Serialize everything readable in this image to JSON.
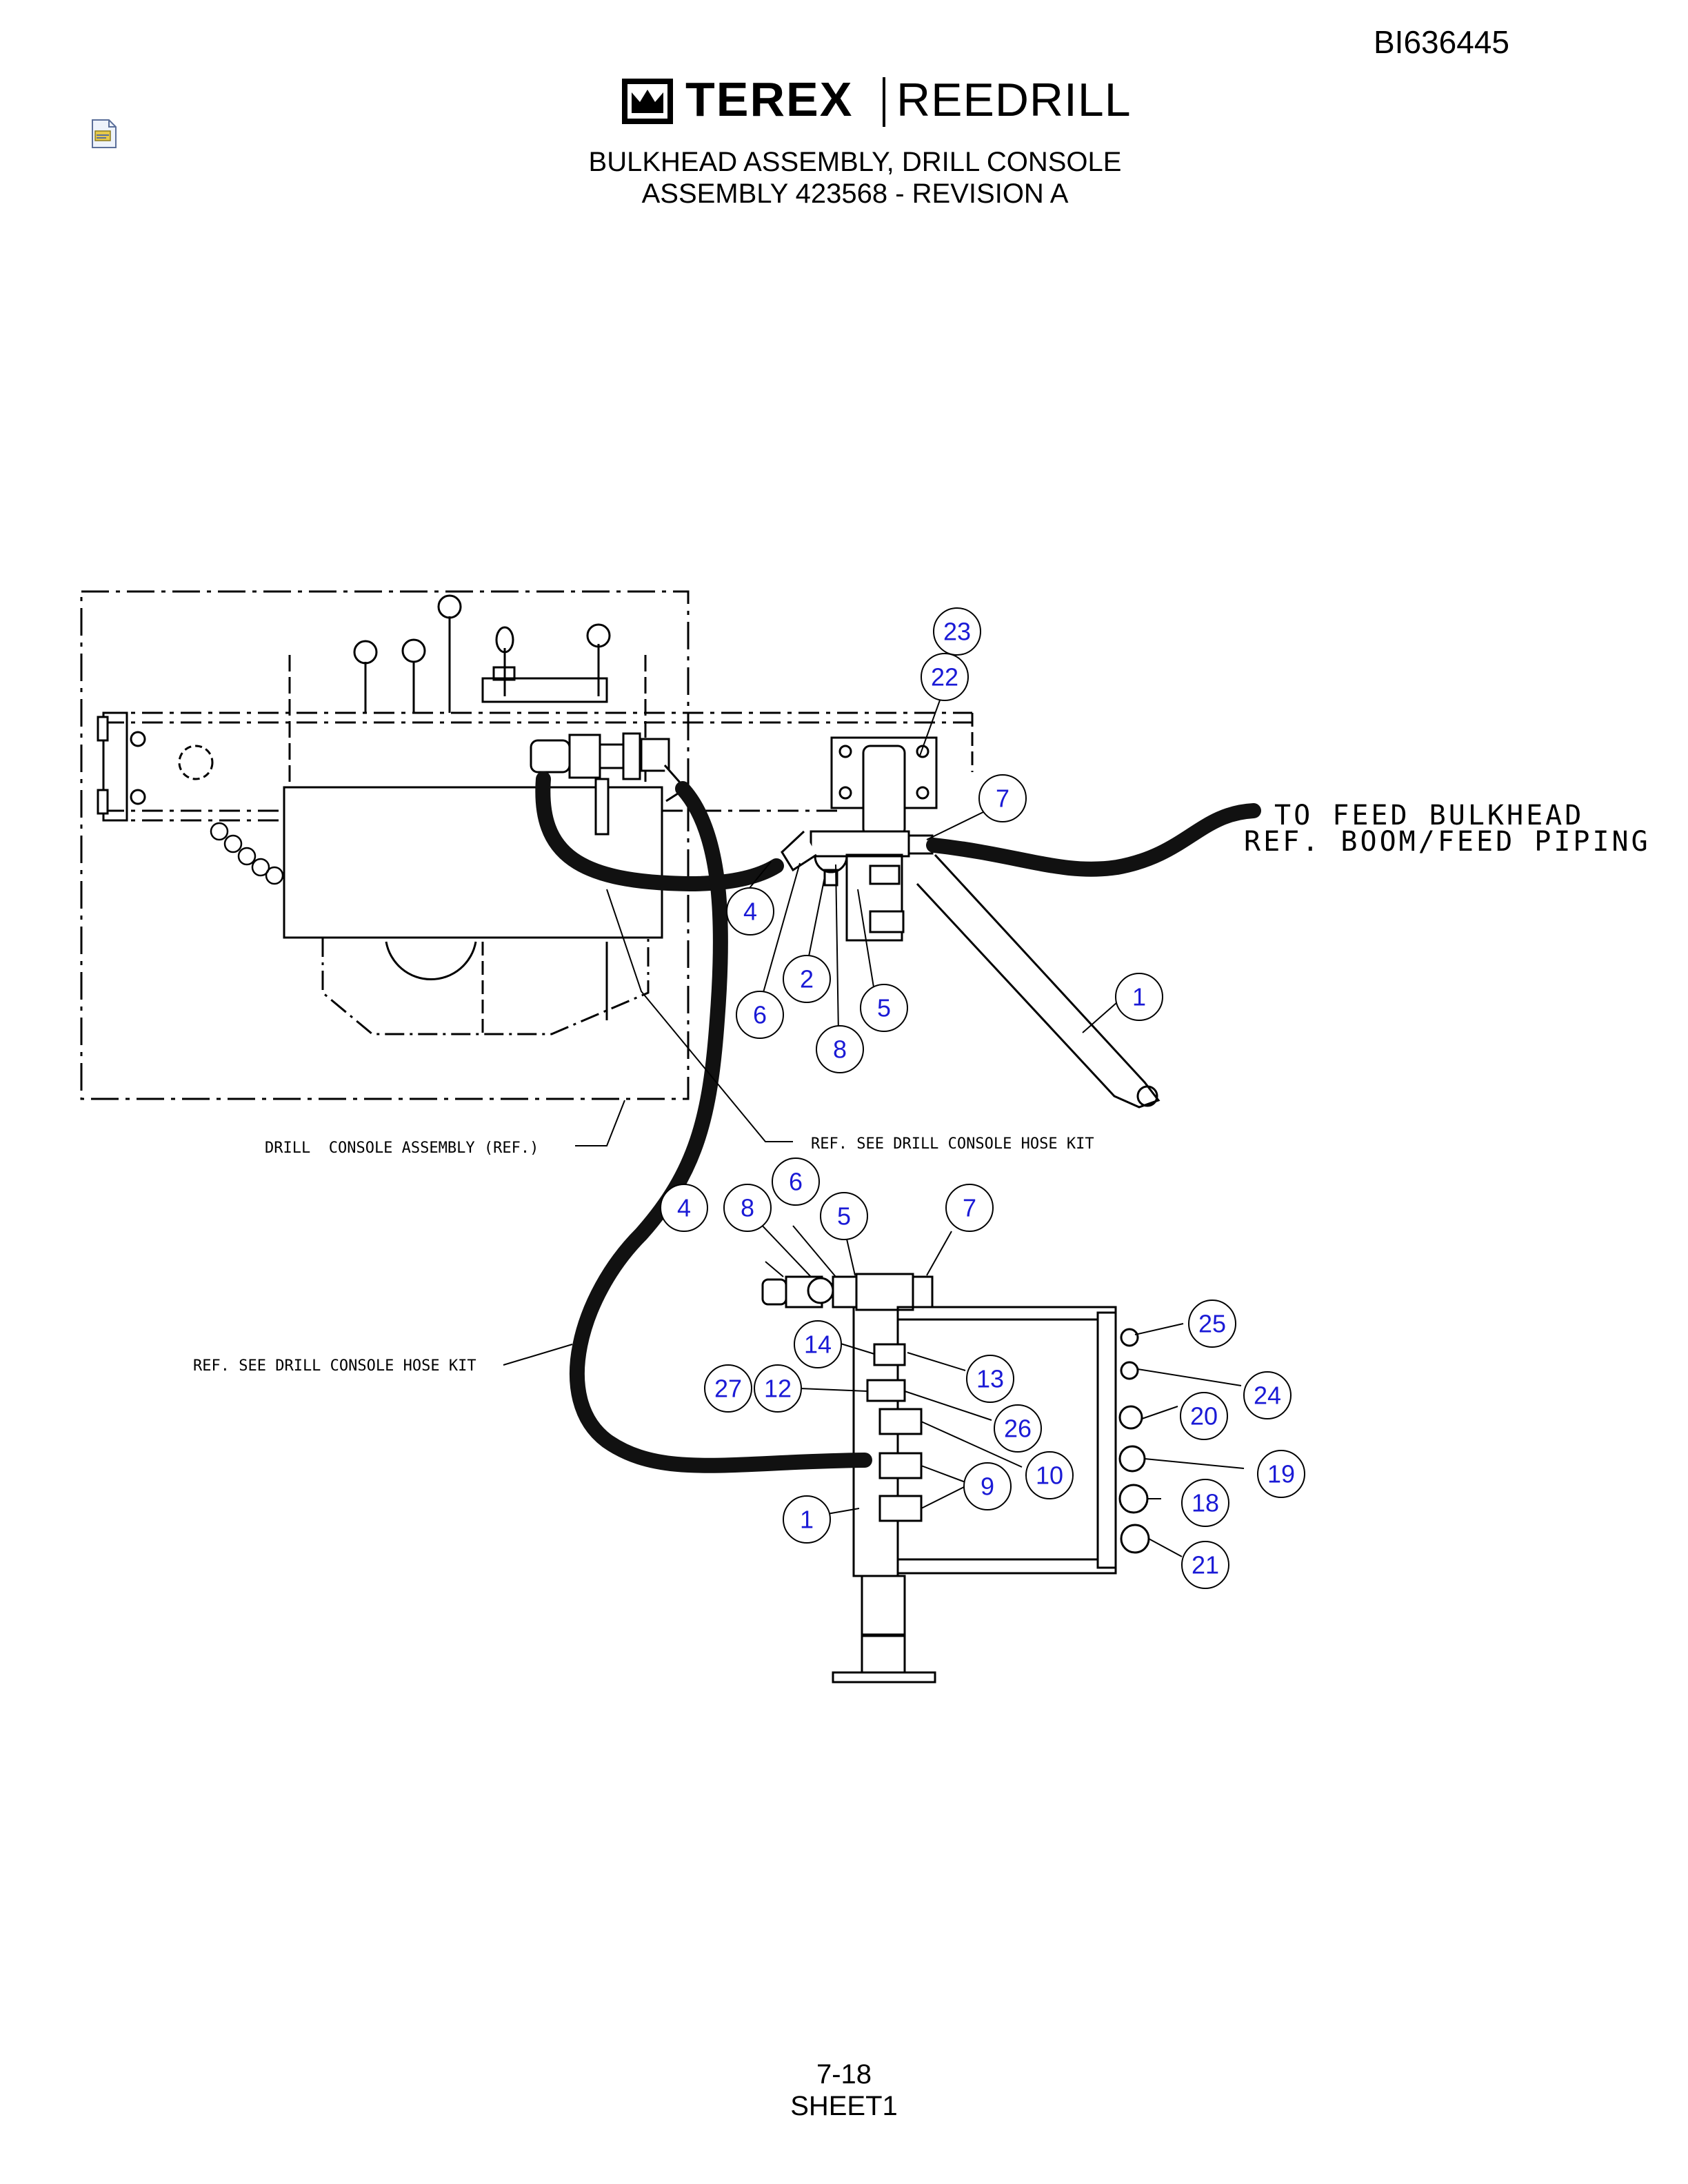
{
  "document_id": "BI636445",
  "logo": {
    "brand": "TEREX",
    "product": "REEDRILL"
  },
  "title": {
    "line1": "BULKHEAD ASSEMBLY, DRILL CONSOLE",
    "line2": "ASSEMBLY 423568 - REVISION A"
  },
  "annotations": {
    "to_feed_bulkhead": "TO FEED BULKHEAD",
    "ref_boom_feed_piping": "REF. BOOM/FEED PIPING",
    "drill_console_assembly": "DRILL  CONSOLE ASSEMBLY (REF.)",
    "hose_kit_upper": "REF. SEE DRILL CONSOLE HOSE KIT",
    "hose_kit_lower": "REF. SEE DRILL CONSOLE HOSE KIT"
  },
  "callouts": {
    "top_view": [
      "23",
      "22",
      "7",
      "4",
      "2",
      "6",
      "5",
      "8",
      "1"
    ],
    "bottom_view": [
      "6",
      "4",
      "8",
      "5",
      "7",
      "25",
      "14",
      "13",
      "24",
      "27",
      "12",
      "20",
      "26",
      "19",
      "10",
      "9",
      "18",
      "1",
      "21"
    ]
  },
  "footer": {
    "page": "7-18",
    "sheet": "SHEET1"
  }
}
